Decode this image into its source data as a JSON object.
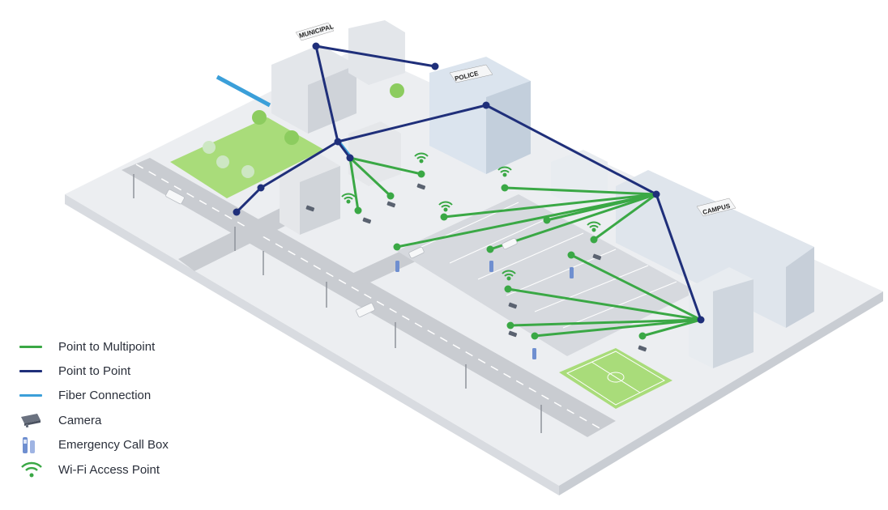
{
  "building_labels": {
    "municipal": "MUNICIPAL",
    "police": "POLICE",
    "campus": "CAMPUS"
  },
  "legend": [
    {
      "label": "Point to Multipoint",
      "symbol": "green-line",
      "color": "#3aa845"
    },
    {
      "label": "Point to Point",
      "symbol": "navy-line",
      "color": "#1f2f7a"
    },
    {
      "label": "Fiber Connection",
      "symbol": "blue-line",
      "color": "#3b9fd9"
    },
    {
      "label": "Camera",
      "symbol": "camera-icon"
    },
    {
      "label": "Emergency Call Box",
      "symbol": "call-box-icon"
    },
    {
      "label": "Wi-Fi Access Point",
      "symbol": "wifi-icon"
    }
  ],
  "colors": {
    "point_to_multipoint": "#3aa845",
    "point_to_point": "#1f2f7a",
    "fiber": "#3b9fd9",
    "grass": "#a9dc7a",
    "road": "#c9cdd3",
    "ground": "#eef0f2"
  }
}
